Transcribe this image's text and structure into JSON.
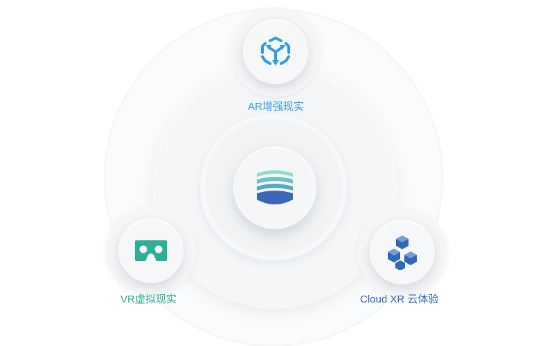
{
  "nodes": {
    "ar": {
      "label": "AR增强现实",
      "icon": "ar-cube-icon",
      "color": "#2e9fe6"
    },
    "vr": {
      "label": "VR虚拟现实",
      "icon": "vr-headset-icon",
      "color": "#2fae98"
    },
    "cloud": {
      "label": "Cloud XR 云体验",
      "icon": "cloud-hexagon-icon",
      "color": "#2f69b9"
    }
  },
  "center": {
    "icon": "layers-logo-icon"
  },
  "colors": {
    "background": "#ffffff",
    "ar_accent": "#2e9fe6",
    "vr_accent": "#2fae98",
    "cloud_accent": "#2f69b9",
    "logo_top": "#7dd6c8",
    "logo_mid": "#5fb7c6",
    "logo_bottom": "#3a68b9"
  }
}
